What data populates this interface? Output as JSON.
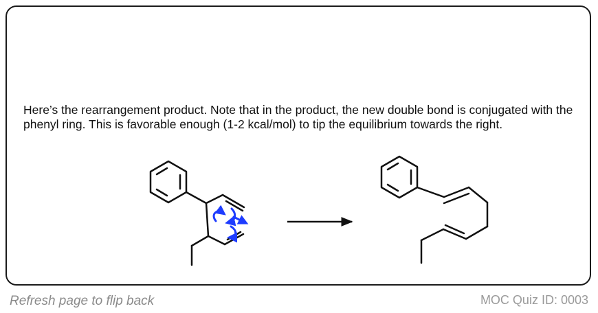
{
  "explanation": "Here’s the rearrangement product. Note that in the product, the new double bond is conjugated with the phenyl ring. This is favorable enough (1-2 kcal/mol) to tip the equilibrium towards the right.",
  "footer": {
    "refresh_hint": "Refresh page to flip back",
    "quiz_id": "MOC Quiz ID: 0003"
  },
  "colors": {
    "border": "#1a1a1a",
    "bond": "#111111",
    "curved_arrow": "#1e3cff",
    "footer_text": "#8a8a8a"
  }
}
